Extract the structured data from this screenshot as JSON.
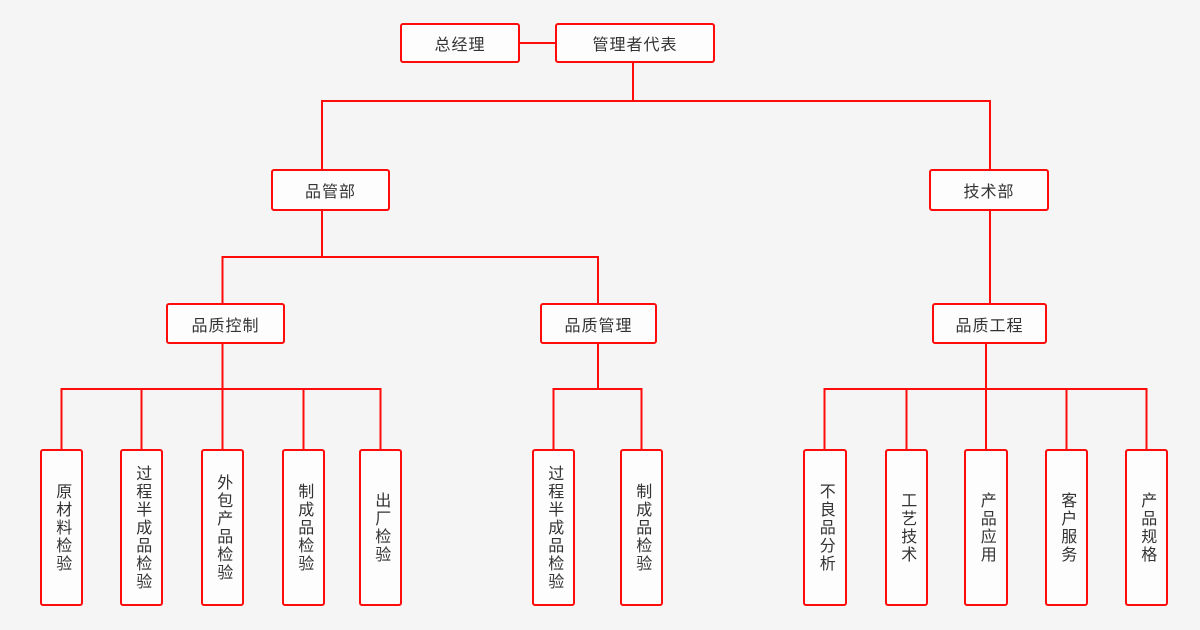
{
  "canvas": {
    "background": "#f5f5f5",
    "accent_color": "#fe0b0b",
    "box_fill": "#fdfdfd",
    "text_color": "#333333"
  },
  "org": {
    "type": "org-chart",
    "top": [
      {
        "id": "general-manager",
        "label": "总经理"
      },
      {
        "id": "management-representative",
        "label": "管理者代表"
      }
    ],
    "departments": [
      {
        "id": "quality-dept",
        "label": "品管部",
        "sections": [
          {
            "id": "quality-control",
            "label": "品质控制",
            "children": [
              {
                "label": "原材料检验"
              },
              {
                "label": "过程半成品检验"
              },
              {
                "label": "外包产品检验"
              },
              {
                "label": "制成品检验"
              },
              {
                "label": "出厂检验"
              }
            ]
          },
          {
            "id": "quality-management",
            "label": "品质管理",
            "children": [
              {
                "label": "过程半成品检验"
              },
              {
                "label": "制成品检验"
              }
            ]
          }
        ]
      },
      {
        "id": "tech-dept",
        "label": "技术部",
        "sections": [
          {
            "id": "quality-engineering",
            "label": "品质工程",
            "children": [
              {
                "label": "不良品分析"
              },
              {
                "label": "工艺技术"
              },
              {
                "label": "产品应用"
              },
              {
                "label": "客户服务"
              },
              {
                "label": "产品规格"
              }
            ]
          }
        ]
      }
    ]
  }
}
